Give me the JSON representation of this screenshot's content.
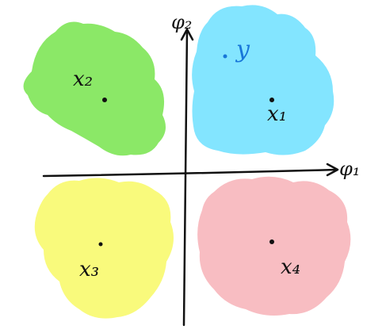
{
  "axes": {
    "x_label": "φ₁",
    "y_label": "φ₂",
    "color": "#111111"
  },
  "clusters": [
    {
      "id": "x2",
      "label": "x₂",
      "color": "#8BE867"
    },
    {
      "id": "x1",
      "label": "x₁",
      "color": "#83E5FF"
    },
    {
      "id": "x3",
      "label": "x₃",
      "color": "#F9FA7C"
    },
    {
      "id": "x4",
      "label": "x₄",
      "color": "#F8BDC2"
    }
  ],
  "query_point": {
    "label": "y",
    "color": "#1877D9"
  }
}
